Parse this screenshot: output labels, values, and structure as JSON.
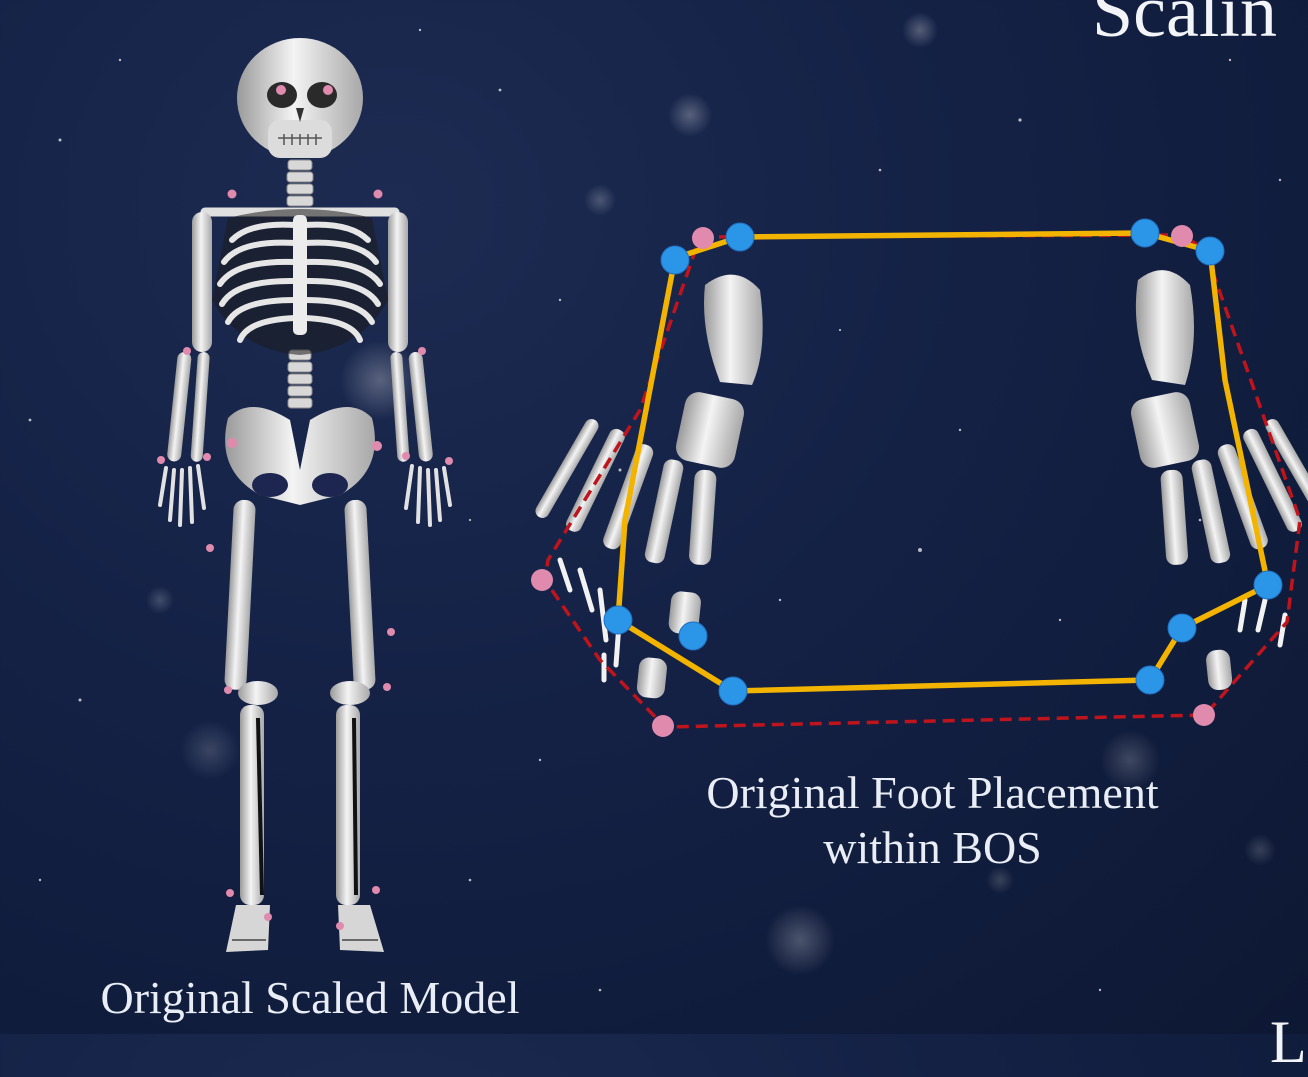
{
  "slide": {
    "title_fragment": "Scalin",
    "corner_fragment": "L"
  },
  "figures": {
    "model_caption": "Original Scaled Model",
    "foot_caption_line1": "Original Foot Placement",
    "foot_caption_line2": "within BOS"
  },
  "colors": {
    "background": "#142145",
    "bos_outline": "#f2b400",
    "bos_dashed": "#c0141d",
    "virtual_marker": "#2b95e8",
    "anatomical_marker": "#e08aae",
    "bone": "#e4e4e4"
  }
}
